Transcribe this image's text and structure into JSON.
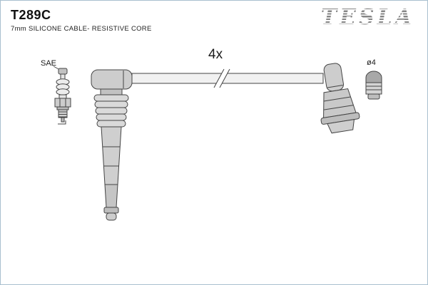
{
  "header": {
    "part_number": "T289C",
    "subtitle": "7mm SILICONE CABLE- RESISTIVE CORE",
    "brand": "TESLA"
  },
  "diagram": {
    "quantity_label": "4x",
    "sae_label": "SAE",
    "diameter_label": "ø4",
    "items": [
      "spark-plug",
      "long-pencil-boot-cable",
      "angled-boot",
      "sae-terminal-nut"
    ]
  },
  "colors": {
    "page_border": "#a9c0cf",
    "line_ink": "#444444",
    "fill_light": "#d9d9d9",
    "fill_mid": "#c7c7c7",
    "fill_dark": "#a8a8a8",
    "brand_gray": "#8f8f8f",
    "text": "#111111"
  }
}
